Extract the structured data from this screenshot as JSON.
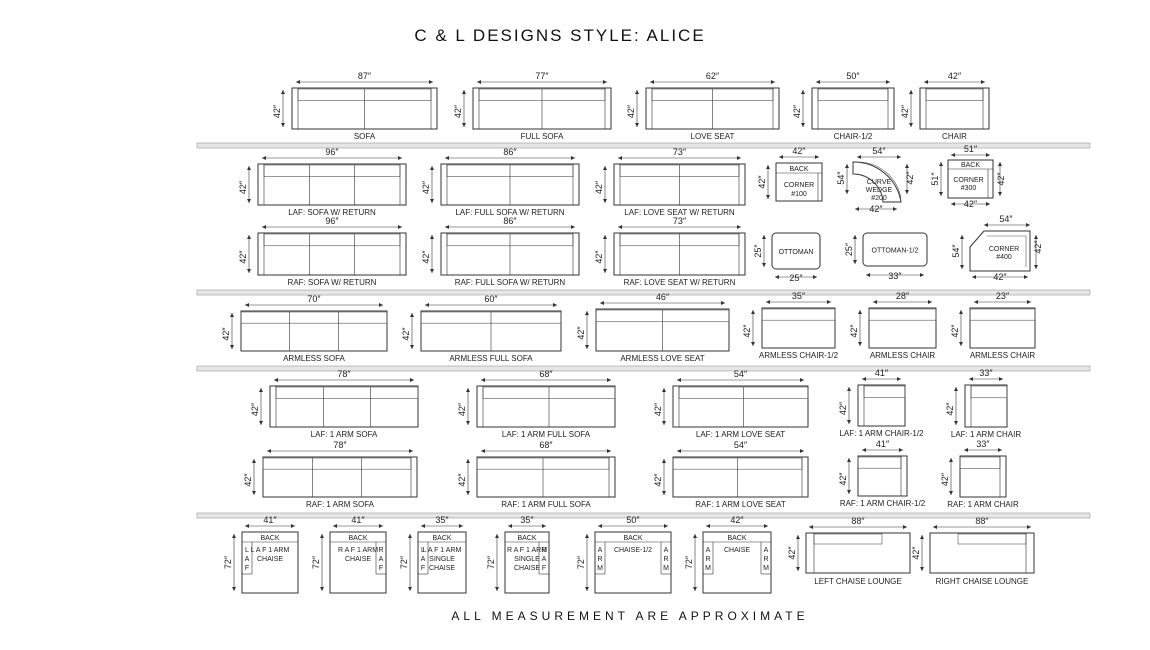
{
  "title": "C & L DESIGNS STYLE:  ALICE",
  "footer": "ALL MEASUREMENT ARE APPROXIMATE",
  "pieces": [
    {
      "label": "SOFA",
      "width": "87″",
      "depth": "42″"
    },
    {
      "label": "FULL SOFA",
      "width": "77″",
      "depth": "42″"
    },
    {
      "label": "LOVE SEAT",
      "width": "62″",
      "depth": "42″"
    },
    {
      "label": "CHAIR-1/2",
      "width": "50″",
      "depth": "42″"
    },
    {
      "label": "CHAIR",
      "width": "42″",
      "depth": "42″"
    },
    {
      "label": "LAF: SOFA W/ RETURN",
      "width": "96″",
      "depth": "42″"
    },
    {
      "label": "LAF: FULL SOFA W/ RETURN",
      "width": "86″",
      "depth": "42″"
    },
    {
      "label": "LAF: LOVE SEAT W/ RETURN",
      "width": "73″",
      "depth": "42″"
    },
    {
      "label": "",
      "width": "42″",
      "depth": "42″",
      "inner": [
        "BACK",
        "CORNER",
        "#100"
      ]
    },
    {
      "label": "",
      "width": "54″",
      "depth": "54″",
      "depth2": "42″",
      "width2": "42″",
      "inner": [
        "CURVE",
        "WEDGE",
        "#200"
      ]
    },
    {
      "label": "",
      "width": "51″",
      "depth": "51″",
      "depth2": "42″",
      "width2": "42″",
      "inner": [
        "BACK",
        "CORNER",
        "#300"
      ]
    },
    {
      "label": "RAF: SOFA W/ RETURN",
      "width": "96″",
      "depth": "42″"
    },
    {
      "label": "RAF: FULL SOFA W/ RETURN",
      "width": "86″",
      "depth": "42″"
    },
    {
      "label": "RAF: LOVE SEAT W/ RETURN",
      "width": "73″",
      "depth": "42″"
    },
    {
      "label": "",
      "width": "25″",
      "depth": "25″",
      "inner": [
        "OTTOMAN"
      ]
    },
    {
      "label": "",
      "width": "33″",
      "depth": "25″",
      "inner": [
        "OTTOMAN-1/2"
      ]
    },
    {
      "label": "",
      "width": "54″",
      "depth": "54″",
      "depth2": "42″",
      "width2": "42″",
      "inner": [
        "CORNER",
        "#400"
      ]
    },
    {
      "label": "ARMLESS SOFA",
      "width": "70″",
      "depth": "42″"
    },
    {
      "label": "ARMLESS FULL SOFA",
      "width": "60″",
      "depth": "42″"
    },
    {
      "label": "ARMLESS LOVE SEAT",
      "width": "46″",
      "depth": "42″"
    },
    {
      "label": "ARMLESS CHAIR-1/2",
      "width": "35″",
      "depth": "42″"
    },
    {
      "label": "ARMLESS CHAIR",
      "width": "28″",
      "depth": "42″"
    },
    {
      "label": "ARMLESS CHAIR",
      "width": "23″",
      "depth": "42″"
    },
    {
      "label": "LAF: 1 ARM SOFA",
      "width": "78″",
      "depth": "42″"
    },
    {
      "label": "LAF: 1 ARM FULL SOFA",
      "width": "68″",
      "depth": "42″"
    },
    {
      "label": "LAF: 1 ARM LOVE SEAT",
      "width": "54″",
      "depth": "42″"
    },
    {
      "label": "LAF: 1 ARM CHAIR-1/2",
      "width": "41″",
      "depth": "42″"
    },
    {
      "label": "LAF: 1 ARM CHAIR",
      "width": "33″",
      "depth": "42″"
    },
    {
      "label": "RAF: 1 ARM SOFA",
      "width": "78″",
      "depth": "42″"
    },
    {
      "label": "RAF: 1 ARM FULL SOFA",
      "width": "68″",
      "depth": "42″"
    },
    {
      "label": "RAF: 1 ARM LOVE SEAT",
      "width": "54″",
      "depth": "42″"
    },
    {
      "label": "RAF: 1 ARM CHAIR-1/2",
      "width": "41″",
      "depth": "42″"
    },
    {
      "label": "RAF: 1 ARM CHAIR",
      "width": "33″",
      "depth": "42″"
    },
    {
      "label": "",
      "width": "41″",
      "depth": "72″",
      "inner": [
        "BACK",
        "L",
        "A",
        "F",
        "L A F 1 ARM",
        "CHAISE"
      ]
    },
    {
      "label": "",
      "width": "41″",
      "depth": "72″",
      "inner": [
        "BACK",
        "R",
        "A",
        "F",
        "R A F 1 ARM",
        "CHAISE"
      ]
    },
    {
      "label": "",
      "width": "35″",
      "depth": "72″",
      "inner": [
        "BACK",
        "L",
        "A",
        "F",
        "L A F 1 ARM",
        "SINGLE",
        "CHAISE"
      ]
    },
    {
      "label": "",
      "width": "35″",
      "depth": "72″",
      "inner": [
        "BACK",
        "R",
        "A",
        "F",
        "R A F 1 ARM",
        "SINGLE",
        "CHAISE"
      ]
    },
    {
      "label": "",
      "width": "50″",
      "depth": "72″",
      "inner": [
        "BACK",
        "A",
        "R",
        "M",
        "A",
        "R",
        "M",
        "CHAISE-1/2"
      ]
    },
    {
      "label": "",
      "width": "42″",
      "depth": "72″",
      "inner": [
        "BACK",
        "A",
        "R",
        "M",
        "A",
        "R",
        "M",
        "CHAISE"
      ]
    },
    {
      "label": "LEFT CHAISE LOUNGE",
      "width": "88″",
      "depth": "42″"
    },
    {
      "label": "RIGHT CHAISE LOUNGE",
      "width": "88″",
      "depth": "42″"
    }
  ]
}
